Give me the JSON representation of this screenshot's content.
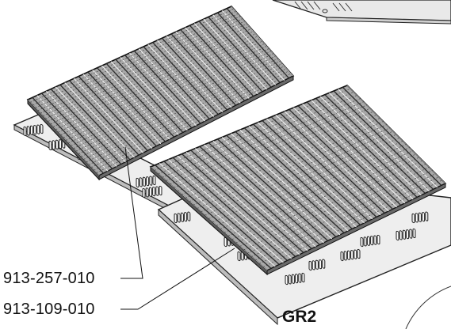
{
  "callouts": [
    {
      "part_number": "913-257-010"
    },
    {
      "part_number": "913-109-010"
    }
  ],
  "section_label": "GR2"
}
